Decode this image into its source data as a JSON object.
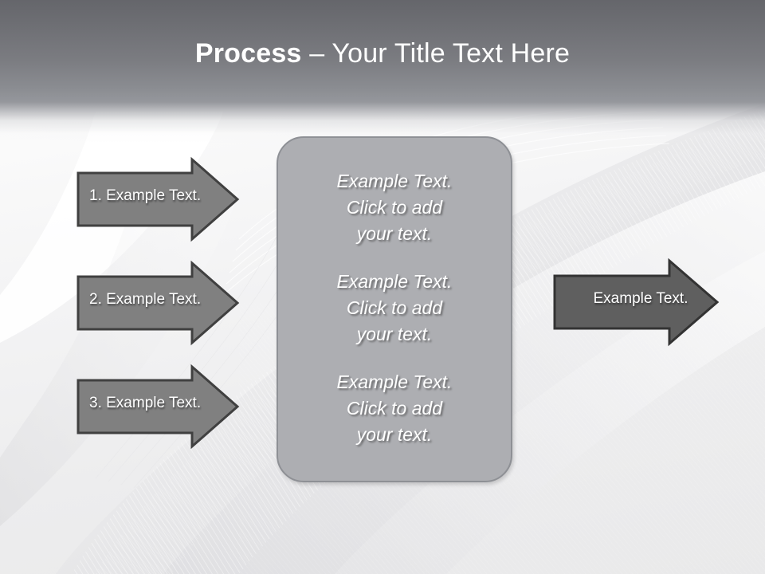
{
  "slide": {
    "title_bold": "Process",
    "title_rest": " – Your Title Text Here",
    "title_full": "Process – Your Title Text Here"
  },
  "colors": {
    "title_band_top": "#65666b",
    "title_band_bottom": "#95979c",
    "title_color": "#ffffff",
    "center_box_fill": "#adaeb2",
    "center_box_border": "#8e9095",
    "left_arrow_fill": "#808080",
    "left_arrow_border": "#404040",
    "right_arrow_fill": "#5f5f5f",
    "right_arrow_border": "#333333",
    "background": "#f0f0f1"
  },
  "left_arrows": [
    {
      "label": "1. Example Text."
    },
    {
      "label": "2. Example Text."
    },
    {
      "label": "3. Example Text."
    }
  ],
  "center_box": {
    "blocks": [
      {
        "line1": "Example Text.",
        "line2": "Click  to add",
        "line3": "your text."
      },
      {
        "line1": "Example Text.",
        "line2": "Click  to add",
        "line3": "your text."
      },
      {
        "line1": "Example Text.",
        "line2": "Click  to add",
        "line3": "your text."
      }
    ]
  },
  "right_arrow": {
    "label": "Example Text."
  }
}
